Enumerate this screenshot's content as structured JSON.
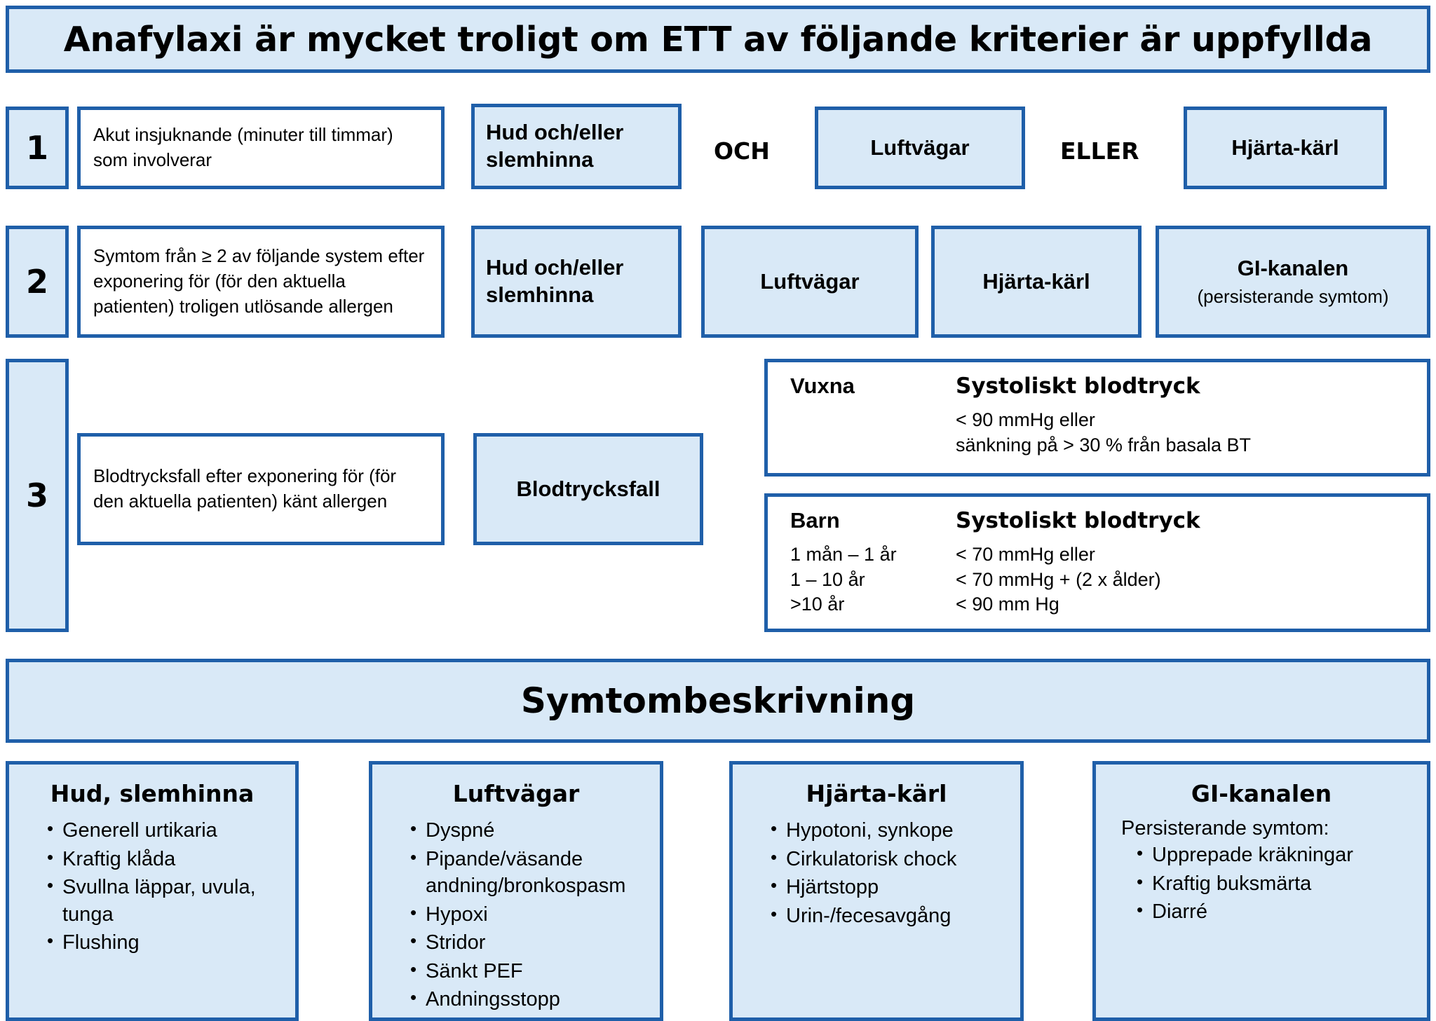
{
  "banners": {
    "title": "Anafylaxi är mycket troligt om ETT av följande kriterier är uppfyllda",
    "symptom_description": "Symtombeskrivning"
  },
  "colors": {
    "border": "#1f5fa9",
    "fill": "#d9e9f7",
    "white": "#ffffff",
    "text": "#000000"
  },
  "criteria": [
    {
      "number": "1",
      "description": "Akut insjuknande (minuter till timmar) som involverar",
      "systems": [
        {
          "label": "Hud och/eller slemhinna"
        },
        {
          "label": "Luftvägar"
        },
        {
          "label": "Hjärta-kärl"
        }
      ],
      "connectors": {
        "och": "OCH",
        "eller": "ELLER"
      }
    },
    {
      "number": "2",
      "description": "Symtom från ≥ 2 av följande system efter exponering för (för den aktuella patienten) troligen utlösande allergen",
      "systems": [
        {
          "label": "Hud och/eller slemhinna"
        },
        {
          "label": "Luftvägar"
        },
        {
          "label": "Hjärta-kärl"
        },
        {
          "label": "GI-kanalen",
          "sublabel": "(persisterande symtom)"
        }
      ]
    },
    {
      "number": "3",
      "description": "Blodtrycksfall efter exponering för (för den aktuella patienten) känt allergen",
      "systems": [
        {
          "label": "Blodtrycksfall"
        }
      ]
    }
  ],
  "blood_pressure": {
    "adults": {
      "group": "Vuxna",
      "header": "Systoliskt blodtryck",
      "rows": [
        {
          "age": "",
          "value": "< 90 mmHg eller"
        },
        {
          "age": "",
          "value": "sänkning på > 30 % från basala BT"
        }
      ]
    },
    "children": {
      "group": "Barn",
      "header": "Systoliskt blodtryck",
      "rows": [
        {
          "age": "1 mån – 1 år",
          "value": "< 70 mmHg eller"
        },
        {
          "age": "1 – 10 år",
          "value": "< 70 mmHg + (2 x ålder)"
        },
        {
          "age": ">10 år",
          "value": "< 90 mm Hg"
        }
      ]
    }
  },
  "symptom_columns": [
    {
      "title": "Hud, slemhinna",
      "lead": "",
      "items": [
        "Generell urtikaria",
        "Kraftig klåda",
        "Svullna läppar, uvula, tunga",
        "Flushing"
      ]
    },
    {
      "title": "Luftvägar",
      "lead": "",
      "items": [
        "Dyspné",
        "Pipande/väsande andning/bronkospasm",
        "Hypoxi",
        "Stridor",
        "Sänkt PEF",
        "Andningsstopp"
      ]
    },
    {
      "title": "Hjärta-kärl",
      "lead": "",
      "items": [
        "Hypotoni, synkope",
        "Cirkulatorisk chock",
        "Hjärtstopp",
        "Urin-/fecesavgång"
      ]
    },
    {
      "title": "GI-kanalen",
      "lead": "Persisterande symtom:",
      "items": [
        "Upprepade kräkningar",
        "Kraftig buksmärta",
        "Diarré"
      ]
    }
  ]
}
